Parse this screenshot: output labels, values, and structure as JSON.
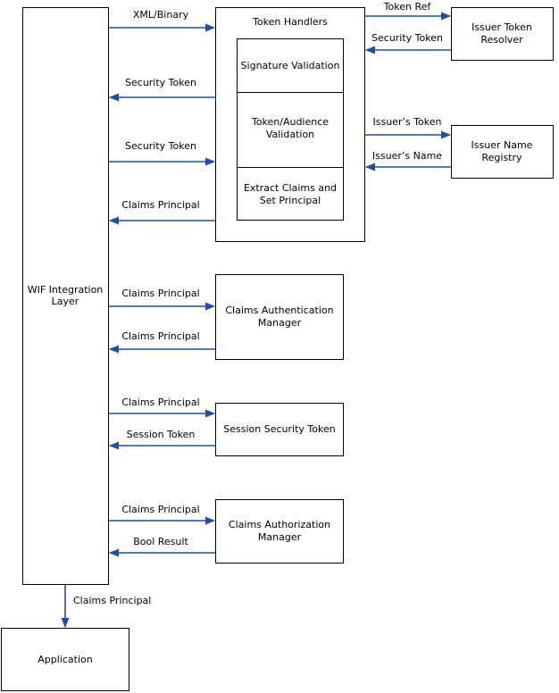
{
  "colors": {
    "arrow": "#1f4ea3",
    "box_border": "#000000",
    "background": "#ffffff"
  },
  "boxes": {
    "wif": [
      "WIF Integration",
      "Layer"
    ],
    "token_handlers": "Token Handlers",
    "signature_validation": "Signature Validation",
    "token_audience_validation": [
      "Token/Audience",
      "Validation"
    ],
    "extract_claims": [
      "Extract Claims and",
      "Set Principal"
    ],
    "issuer_token_resolver": [
      "Issuer Token",
      "Resolver"
    ],
    "issuer_name_registry": [
      "Issuer Name",
      "Registry"
    ],
    "claims_authentication_manager": [
      "Claims Authentication",
      "Manager"
    ],
    "session_security_token": "Session Security Token",
    "claims_authorization_manager": [
      "Claims Authorization",
      "Manager"
    ],
    "application": "Application"
  },
  "arrows": {
    "xml_binary": "XML/Binary",
    "security_token_back": "Security Token",
    "security_token_forward": "Security Token",
    "claims_principal_back_from_handlers": "Claims Principal",
    "token_ref": "Token Ref",
    "security_token_from_resolver": "Security Token",
    "issuers_token": "Issuer’s Token",
    "issuers_name": "Issuer’s Name",
    "claims_principal_to_authn": "Claims Principal",
    "claims_principal_from_authn": "Claims Principal",
    "claims_principal_to_session": "Claims Principal",
    "session_token": "Session Token",
    "claims_principal_to_authz": "Claims Principal",
    "bool_result": "Bool Result",
    "claims_principal_to_app": "Claims Principal"
  }
}
